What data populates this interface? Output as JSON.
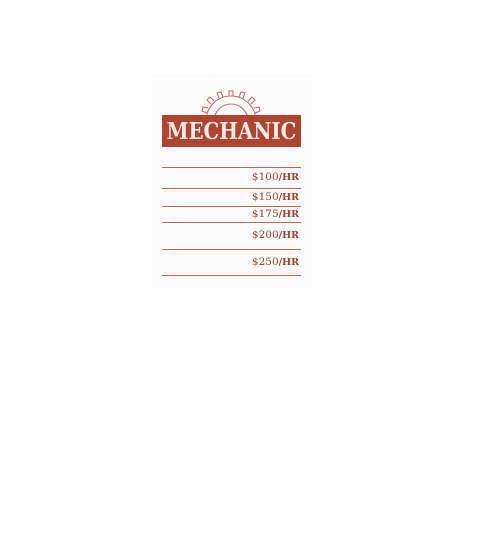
{
  "sign": {
    "title": "MECHANIC",
    "colors": {
      "banner": "#b04430",
      "text": "#a3412c",
      "rule": "#c0674f"
    },
    "emblem": "gear-icon",
    "rates": [
      {
        "price": "$100",
        "unit": "/HR"
      },
      {
        "price": "$150",
        "unit": "/HR"
      },
      {
        "price": "$175",
        "unit": "/HR"
      },
      {
        "price": "$200",
        "unit": "/HR"
      },
      {
        "price": "$250",
        "unit": "/HR"
      }
    ]
  }
}
